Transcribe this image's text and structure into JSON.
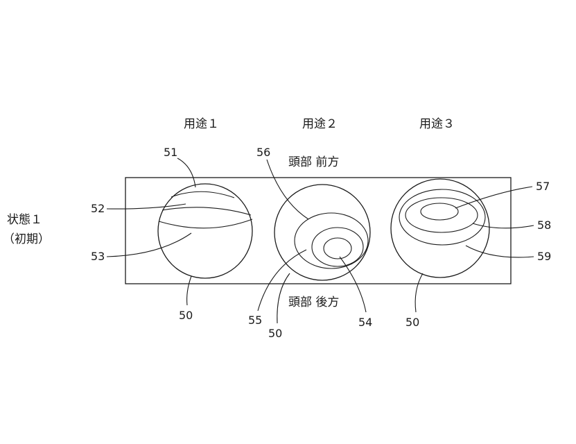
{
  "state_label": {
    "line1": "状態１",
    "line2": "（初期）"
  },
  "uses": [
    {
      "label": "用途１"
    },
    {
      "label": "用途２"
    },
    {
      "label": "用途３"
    }
  ],
  "head_front_label": "頭部 前方",
  "head_back_label": "頭部 後方",
  "refs": {
    "r50a": "50",
    "r50b": "50",
    "r50c": "50",
    "r51": "51",
    "r52": "52",
    "r53": "53",
    "r54": "54",
    "r55": "55",
    "r56": "56",
    "r57": "57",
    "r58": "58",
    "r59": "59"
  }
}
